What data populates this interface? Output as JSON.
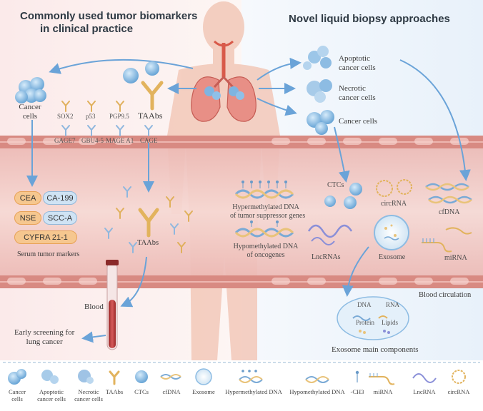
{
  "headings": {
    "left": [
      "Commonly used tumor biomarkers",
      "in clinical practice"
    ],
    "right": "Novel liquid biopsy approaches"
  },
  "left_panel": {
    "cancer_cells": [
      "Cancer",
      "cells"
    ],
    "antigens_row1": [
      "SOX2",
      "p53",
      "PGP9.5"
    ],
    "antigens_row2": [
      "GAGE7",
      "GBU4-5",
      "MAGE A1",
      "CAGE"
    ],
    "taabs": "TAAbs"
  },
  "serum_markers": {
    "pills": [
      "CEA",
      "CA-199",
      "NSE",
      "SCC-A",
      "CYFRA 21-1"
    ],
    "caption": "Serum tumor markers"
  },
  "vessel": {
    "taabs": "TAAbs",
    "hyper_dna": [
      "Hypermethylated DNA",
      "of tumor suppressor genes"
    ],
    "hypo_dna": [
      "Hypomethylated DNA",
      "of oncogenes"
    ],
    "ctcs": "CTCs",
    "circrna": "circRNA",
    "cfdna": "cfDNA",
    "lncrnas": "LncRNAs",
    "exosome": "Exosome",
    "mirna": "miRNA"
  },
  "right_panel": {
    "apoptotic": [
      "Apoptotic",
      "cancer cells"
    ],
    "necrotic": [
      "Necrotic",
      "cancer cells"
    ],
    "cancer_cells": "Cancer cells"
  },
  "below": {
    "blood": "Blood",
    "early_screening": [
      "Early screening for",
      "lung cancer"
    ],
    "blood_circulation": "Blood circulation",
    "exosome_components": {
      "dna": "DNA",
      "rna": "RNA",
      "protein": "Protein",
      "lipids": "Lipids"
    },
    "exosome_title": "Exosome main components"
  },
  "legend": [
    [
      "Cancer",
      "cells"
    ],
    [
      "Apoptotic",
      "cancer cells"
    ],
    [
      "Necrotic",
      "cancer cells"
    ],
    [
      "TAAbs"
    ],
    [
      "CTCs"
    ],
    [
      "cfDNA"
    ],
    [
      "Exosome"
    ],
    [
      "Hypermethylated DNA"
    ],
    [
      "Hypomethylated DNA"
    ],
    [
      "-CH3"
    ],
    [
      "miRNA"
    ],
    [
      "LncRNA"
    ],
    [
      "circRNA"
    ]
  ],
  "colors": {
    "vessel": "#f3cdc8",
    "vessel_wall": "#c9736e",
    "arrow": "#6aa3d8",
    "cell_blue": "#7fb4e0",
    "antibody": "#e9c37a",
    "blood": "#b83a3a"
  }
}
